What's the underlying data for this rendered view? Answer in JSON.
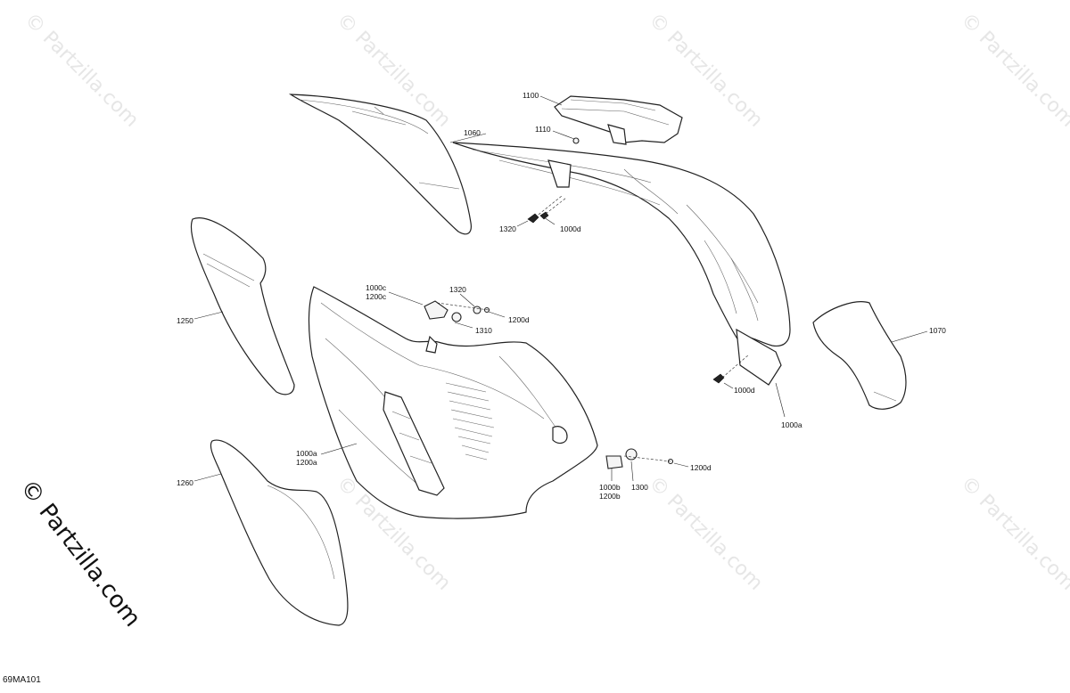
{
  "watermark": {
    "text": "© Partzilla.com",
    "side_text": "© Partzilla.com"
  },
  "diagram_code": "69MA101",
  "callouts": {
    "c1100": "1100",
    "c1110": "1110",
    "c1060": "1060",
    "c1320_top": "1320",
    "c1000d_top": "1000d",
    "c1000c": "1000c",
    "c1200c": "1200c",
    "c1320_mid": "1320",
    "c1200d_mid": "1200d",
    "c1310": "1310",
    "c1250": "1250",
    "c1070": "1070",
    "c1000d_right": "1000d",
    "c1000a_right": "1000a",
    "c1000a_left": "1000a",
    "c1200a": "1200a",
    "c1260": "1260",
    "c1000b": "1000b",
    "c1200b": "1200b",
    "c1300": "1300",
    "c1200d_low": "1200d"
  }
}
